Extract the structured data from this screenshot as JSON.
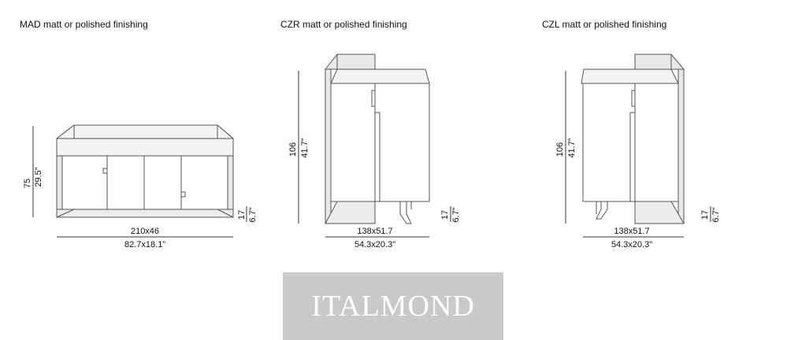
{
  "products": [
    {
      "title": "MAD matt or polished finishing",
      "height_cm": "75",
      "height_in": "29.5\"",
      "leg_cm": "17",
      "leg_in": "6.7\"",
      "size_cm": "210x46",
      "size_in": "82.7x18.1”"
    },
    {
      "title": "CZR matt or polished finishing",
      "height_cm": "106",
      "height_in": "41.7\"",
      "leg_cm": "17",
      "leg_in": "6.7\"",
      "size_cm": "138x51.7",
      "size_in": "54.3x20.3\""
    },
    {
      "title": "CZL matt or polished finishing",
      "height_cm": "106",
      "height_in": "41.7\"",
      "leg_cm": "17",
      "leg_in": "6.7\"",
      "size_cm": "138x51.7",
      "size_in": "54.3x20.3\""
    }
  ],
  "watermark": "ITALMOND",
  "colors": {
    "line": "#555555",
    "side_panel": "#e8e8e8",
    "top_panel": "#f2f2f2",
    "watermark_bg": "#c9c9c9"
  }
}
